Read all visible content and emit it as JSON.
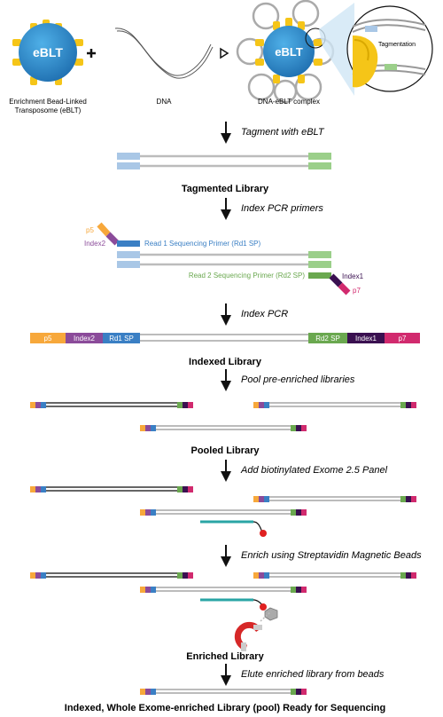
{
  "top": {
    "bead_label": "eBLT",
    "bead_caption_1": "Enrichment Bead-Linked",
    "bead_caption_2": "Transposome (eBLT)",
    "dna_caption": "DNA",
    "complex_label": "eBLT",
    "complex_caption": "DNA-eBLT complex",
    "zoom_label": "Tagmentation"
  },
  "steps": {
    "tagment": "Tagment with eBLT",
    "index_primers": "Index PCR primers",
    "index_pcr": "Index PCR",
    "pool": "Pool pre-enriched libraries",
    "add_panel": "Add biotinylated Exome 2.5 Panel",
    "enrich": "Enrich using Streptavidin Magnetic Beads",
    "elute": "Elute enriched library from beads"
  },
  "titles": {
    "tagmented": "Tagmented Library",
    "indexed": "Indexed Library",
    "pooled": "Pooled Library",
    "enriched": "Enriched Library",
    "final": "Indexed, Whole Exome-enriched Library (pool) Ready for Sequencing"
  },
  "primers": {
    "p5": "p5",
    "index2": "Index2",
    "read1": "Read 1 Sequencing Primer (Rd1 SP)",
    "read2": "Read 2 Sequencing Primer (Rd2 SP)",
    "index1": "Index1",
    "p7": "p7"
  },
  "bar_segments": {
    "p5": "p5",
    "index2": "Index2",
    "rd1": "Rd1 SP",
    "rd2": "Rd2 SP",
    "index1": "Index1",
    "p7": "p7"
  },
  "colors": {
    "p5": "#f7a83b",
    "index2": "#8b4b9a",
    "rd1": "#3a7fc4",
    "rd2": "#6aa84f",
    "index1": "#3a1050",
    "p7": "#d12a6e",
    "bead": "#2e8fcf",
    "transposome": "#f5c518",
    "insert": "#bcbcbc",
    "insert_dark": "#666666",
    "probe": "#2aa5a5",
    "biotin": "#e02020"
  }
}
